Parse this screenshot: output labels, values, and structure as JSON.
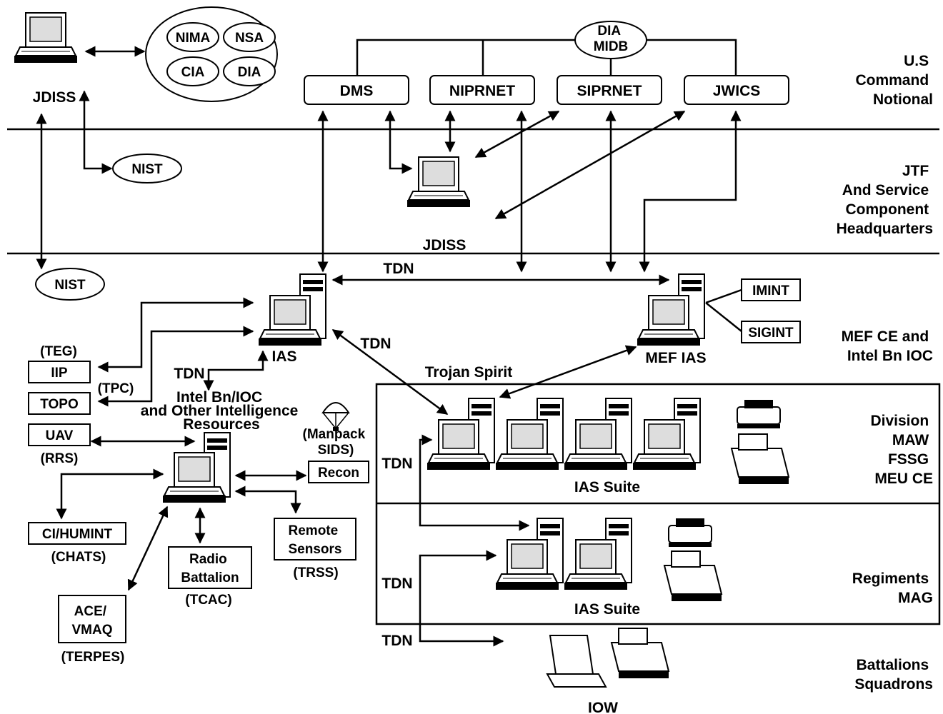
{
  "lanes": {
    "us_command": [
      "U.S",
      "Command",
      "Notional"
    ],
    "jtf": [
      "JTF",
      "And Service",
      "Component",
      "Headquarters"
    ],
    "mef": [
      "MEF CE and",
      "Intel Bn IOC"
    ],
    "division": [
      "Division",
      "MAW",
      "FSSG",
      "MEU CE"
    ],
    "regiments": [
      "Regiments",
      "MAG"
    ],
    "battalions": [
      "Battalions",
      "Squadrons"
    ]
  },
  "agencies": [
    "NIMA",
    "NSA",
    "CIA",
    "DIA"
  ],
  "dia_midb": [
    "DIA",
    "MIDB"
  ],
  "networks": [
    "DMS",
    "NIPRNET",
    "SIPRNET",
    "JWICS"
  ],
  "nodes": {
    "jdiss_top": "JDISS",
    "jdiss_mid": "JDISS",
    "nist_1": "NIST",
    "nist_2": "NIST",
    "ias": "IAS",
    "mef_ias": "MEF IAS",
    "imint": "IMINT",
    "sigint": "SIGINT",
    "ias_suite_1": "IAS Suite",
    "ias_suite_2": "IAS Suite",
    "iow": "IOW"
  },
  "links": {
    "tdn": "TDN",
    "trojan_spirit": "Trojan Spirit"
  },
  "intel": {
    "teg": "(TEG)",
    "iip": "IIP",
    "tpc": "(TPC)",
    "topo": "TOPO",
    "uav": "UAV",
    "rrs": "(RRS)",
    "intel_bn": [
      "Intel Bn/IOC",
      "and Other Intelligence",
      "Resources"
    ],
    "manpack": [
      "(Manpack",
      "SIDS)"
    ],
    "recon": "Recon",
    "ci_humint": "CI/HUMINT",
    "chats": "(CHATS)",
    "radio_bn": [
      "Radio",
      "Battalion"
    ],
    "tcac": "(TCAC)",
    "remote_sensors": [
      "Remote",
      "Sensors"
    ],
    "trss": "(TRSS)",
    "ace_vmaq": [
      "ACE/",
      "VMAQ"
    ],
    "terpes": "(TERPES)"
  }
}
